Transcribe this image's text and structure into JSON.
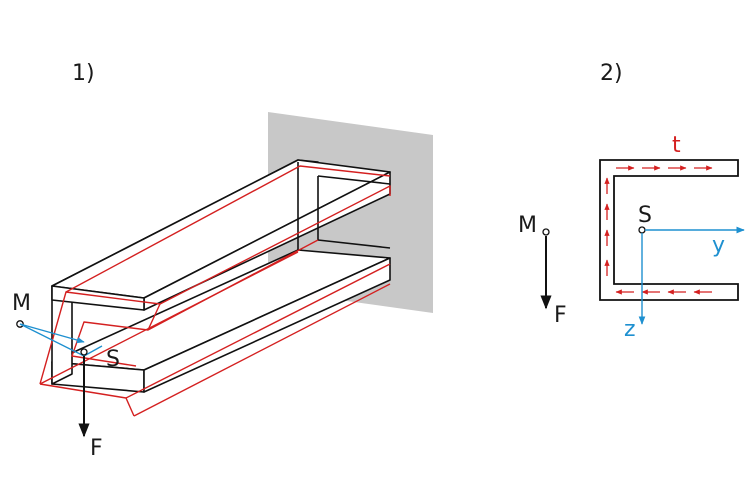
{
  "figure1": {
    "label": "1)",
    "point_M": "M",
    "point_S": "S",
    "force": "F"
  },
  "figure2": {
    "label": "2)",
    "shear_flow": "t",
    "point_M": "M",
    "point_S": "S",
    "force": "F",
    "axis_y": "y",
    "axis_z": "z"
  },
  "colors": {
    "outline": "#111111",
    "deformed": "#d42020",
    "axes": "#1e90d0",
    "wall": "#c8c8c8"
  }
}
